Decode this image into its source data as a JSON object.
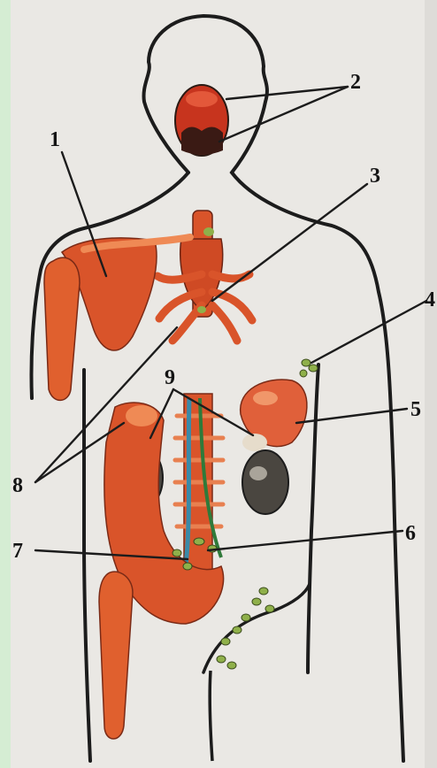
{
  "labels": {
    "l1": "1",
    "l2": "2",
    "l3": "3",
    "l4": "4",
    "l5": "5",
    "l6": "6",
    "l7": "7",
    "l8": "8",
    "l9": "9"
  },
  "colors": {
    "paper": "#e8e6e2",
    "outline": "#1c1c1c",
    "marrow": "#d9542a",
    "marrow_light": "#ef8a55",
    "node": "#8fb04a",
    "kidney": "#4a4640",
    "spleen": "#e0603a",
    "left_edge_tint": "#d8efd6"
  }
}
